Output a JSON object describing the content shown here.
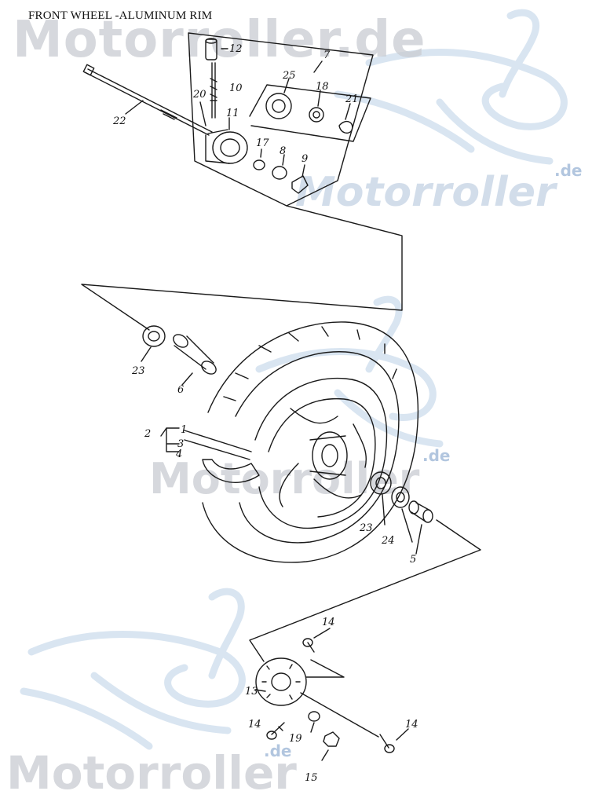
{
  "title": "FRONT WHEEL -ALUMINUM RIM",
  "watermarks": {
    "brand": "Motorroller.de",
    "brand_alt": "Motorroller",
    "suffix": ".de"
  },
  "colors": {
    "line": "#1a1a1a",
    "watermark_text": "#c9ccd2",
    "watermark_logo": "#b9cfe6"
  },
  "part_labels": {
    "p1": "1",
    "p2": "2",
    "p3": "3",
    "p4": "4",
    "p5": "5",
    "p6": "6",
    "p7": "7",
    "p8": "8",
    "p9": "9",
    "p10": "10",
    "p11": "11",
    "p12": "12",
    "p13": "13",
    "p14a": "14",
    "p14b": "14",
    "p14c": "14",
    "p15": "15",
    "p17": "17",
    "p18": "18",
    "p19": "19",
    "p20": "20",
    "p21": "21",
    "p22": "22",
    "p23a": "23",
    "p23b": "23",
    "p24": "24",
    "p25": "25"
  }
}
